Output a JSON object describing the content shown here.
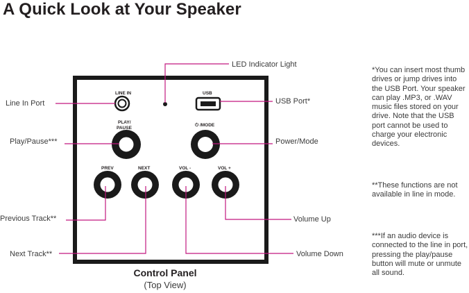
{
  "title": "A Quick Look at Your Speaker",
  "panel": {
    "labels": {
      "line_in": "LINE IN",
      "usb": "USB",
      "play_pause": "PLAY/\nPAUSE",
      "mode": "⏻ /MODE",
      "prev": "PREV",
      "next": "NEXT",
      "vol_down": "VOL -",
      "vol_up": "VOL +"
    },
    "caption_title": "Control Panel",
    "caption_sub": "(Top View)"
  },
  "callouts": {
    "led": "LED Indicator Light",
    "line_in": "Line In Port",
    "usb": "USB Port*",
    "play_pause": "Play/Pause***",
    "power_mode": "Power/Mode",
    "previous": "Previous Track**",
    "next": "Next Track**",
    "volume_up": "Volume  Up",
    "volume_down": "Volume Down"
  },
  "notes": {
    "usb": "*You can insert most thumb drives or jump drives into the USB Port. Your speaker can play .MP3, or .WAV music files stored on your drive. Note that the USB port cannot be used to charge your electronic devices.",
    "line_in_mode": "**These functions are not available in line in mode.",
    "audio_device": "***If an audio device is connected to the line in port, pressing the play/pause button will mute or unmute all sound."
  },
  "colors": {
    "leader_line": "#c2187f",
    "panel_border": "#1a1a1a",
    "button": "#1a1a1a"
  }
}
